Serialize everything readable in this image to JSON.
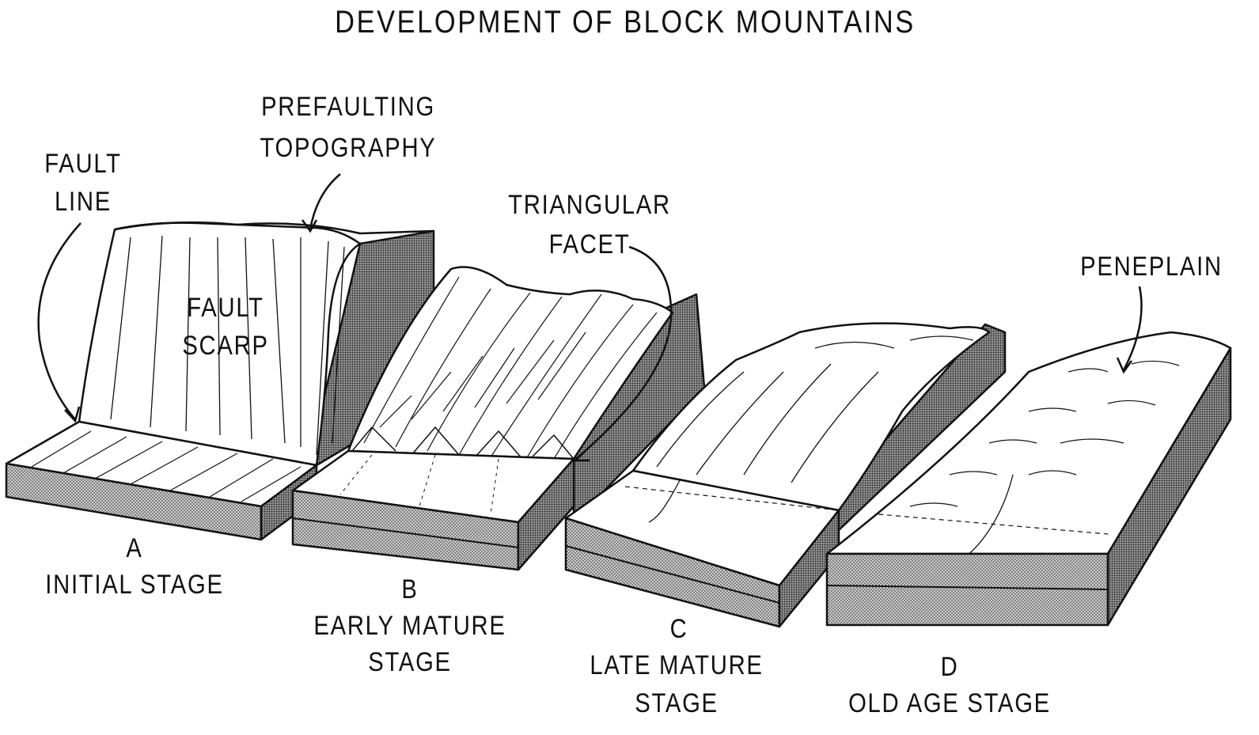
{
  "title": "DEVELOPMENT OF BLOCK MOUNTAINS",
  "annotations": {
    "prefaulting": [
      "PREFAULTING",
      "TOPOGRAPHY"
    ],
    "fault_line": [
      "FAULT",
      "LINE"
    ],
    "fault_scarp": [
      "FAULT",
      "SCARP"
    ],
    "triangular_facet": [
      "TRIANGULAR",
      "FACET"
    ],
    "peneplain": [
      "PENEPLAIN"
    ]
  },
  "stages": [
    {
      "letter": "A",
      "name": [
        "INITIAL STAGE"
      ]
    },
    {
      "letter": "B",
      "name": [
        "EARLY MATURE",
        "STAGE"
      ]
    },
    {
      "letter": "C",
      "name": [
        "LATE MATURE",
        "STAGE"
      ]
    },
    {
      "letter": "D",
      "name": [
        "OLD AGE STAGE"
      ]
    }
  ],
  "colors": {
    "ink": "#111111",
    "shade": "#8c8c8c",
    "paper": "#ffffff"
  }
}
